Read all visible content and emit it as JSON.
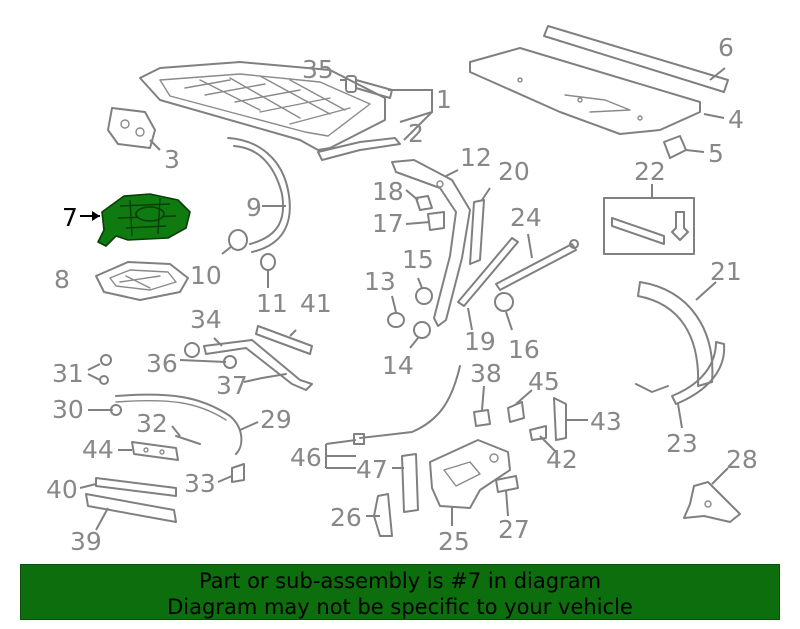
{
  "diagram": {
    "highlighted_part": "7",
    "callouts": [
      "1",
      "2",
      "3",
      "4",
      "5",
      "6",
      "7",
      "8",
      "9",
      "10",
      "11",
      "12",
      "13",
      "14",
      "15",
      "16",
      "17",
      "18",
      "19",
      "20",
      "21",
      "22",
      "23",
      "24",
      "25",
      "26",
      "27",
      "28",
      "29",
      "30",
      "31",
      "32",
      "33",
      "34",
      "35",
      "36",
      "37",
      "38",
      "39",
      "40",
      "41",
      "42",
      "43",
      "44",
      "45",
      "46",
      "47"
    ]
  },
  "banner": {
    "line1": "Part or sub-assembly is #7 in diagram",
    "line2": "Diagram may not be specific to your vehicle"
  },
  "colors": {
    "highlight": "#0f7a0f",
    "banner_bg": "#0c6e0c",
    "line_art": "#808080"
  }
}
